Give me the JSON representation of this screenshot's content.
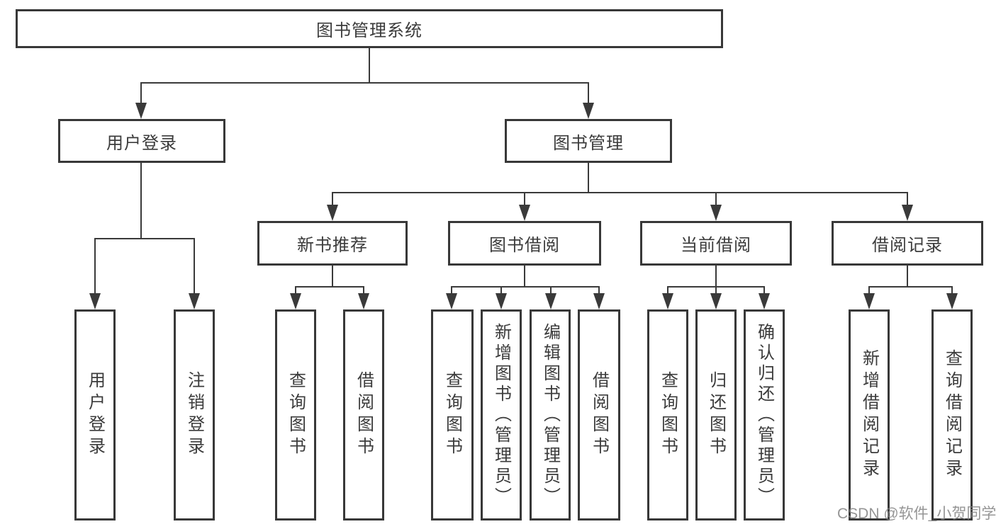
{
  "diagram": {
    "root": {
      "label": "图书管理系统"
    },
    "branches": {
      "user_login": {
        "label": "用户登录",
        "children": [
          {
            "label": "用户登录"
          },
          {
            "label": "注销登录"
          }
        ]
      },
      "book_management": {
        "label": "图书管理",
        "children": [
          {
            "label": "新书推荐",
            "children": [
              {
                "label": "查询图书"
              },
              {
                "label": "借阅图书"
              }
            ]
          },
          {
            "label": "图书借阅",
            "children": [
              {
                "label": "查询图书"
              },
              {
                "label": "新增图书（管理员）"
              },
              {
                "label": "编辑图书（管理员）"
              },
              {
                "label": "借阅图书"
              }
            ]
          },
          {
            "label": "当前借阅",
            "children": [
              {
                "label": "查询图书"
              },
              {
                "label": "归还图书"
              },
              {
                "label": "确认归还（管理员）"
              }
            ]
          },
          {
            "label": "借阅记录",
            "children": [
              {
                "label": "新增借阅记录"
              },
              {
                "label": "查询借阅记录"
              }
            ]
          }
        ]
      }
    }
  },
  "watermark": {
    "text": "CSDN @软件_小贺同学"
  },
  "colors": {
    "line": "#3a3a3a",
    "box_border": "#383838",
    "text": "#3b3b3b",
    "background": "#ffffff",
    "watermark": "#9b9b9b"
  }
}
